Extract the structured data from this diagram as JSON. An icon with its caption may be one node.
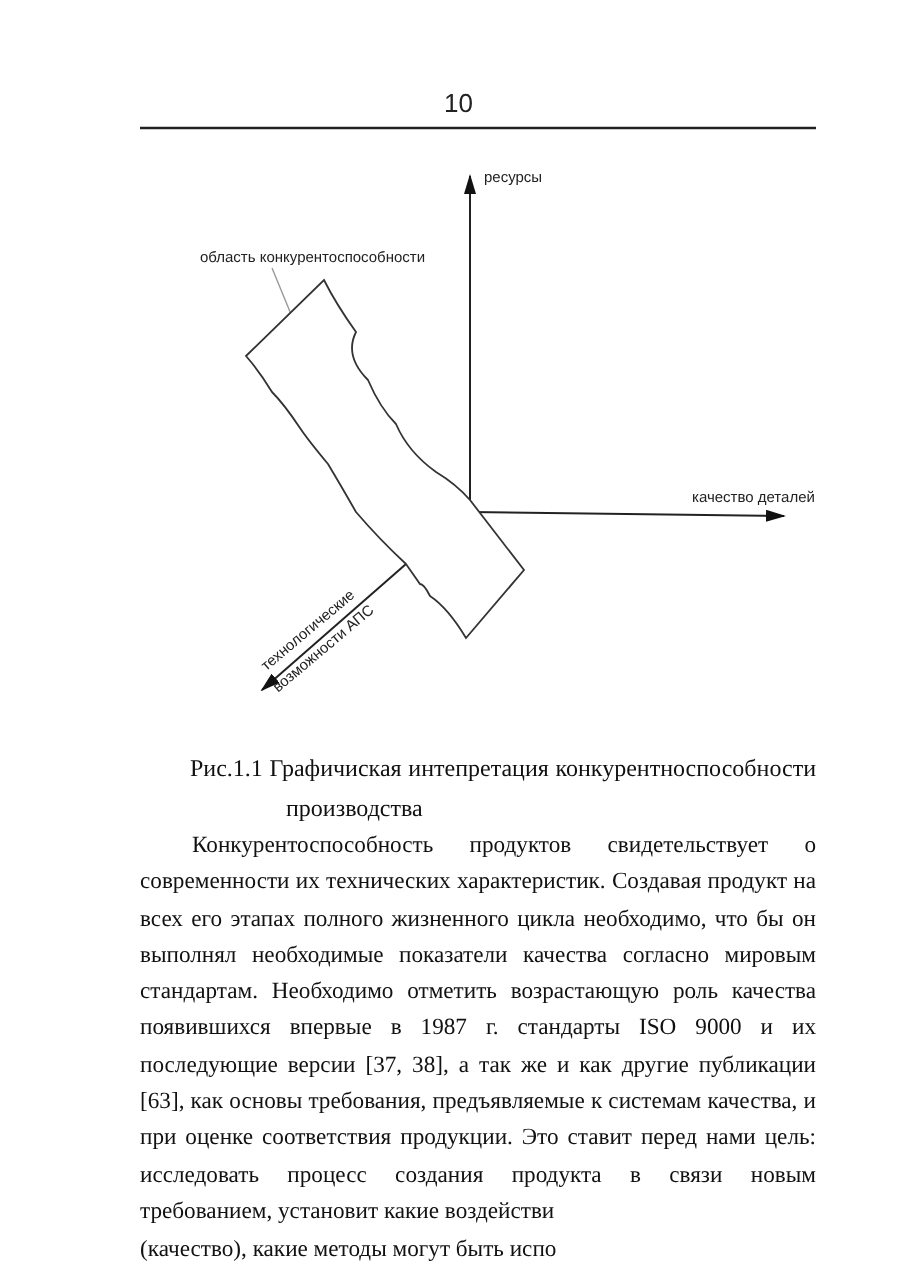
{
  "diagram": {
    "caption": "Рис.1.1 Графичиская интепретация конкурентноспособности производства",
    "nodes": [
      {
        "text": [
          "область конкурентоспособности"
        ]
      },
      {
        "text": [],
        "shape": "band"
      }
    ],
    "edges": [
      {
        "from": 0,
        "to": 1,
        "arrow": "none"
      }
    ],
    "labels": [
      "10",
      "ресурсы",
      "качество деталей",
      "технологические возможности АПС",
      "Конкурентоспособность продуктов свидетельствует о современности их технических характеристик. Создавая продукт на всех его этапах полного жизненного цикла необходимо, что бы он выполнял необходимые показатели качества согласно мировым стандартам. Необходимо отметить возрастающую роль качества появившихся впервые в 1987 г. стандарты ISO 9000 и их последующие версии [37, 38], а так же и как другие публикации [63], как основы требования, предъявляемые к системам качества, и при оценке соответствия продукции. Это ставит перед нами цель: исследовать процесс создания продукта в связи новым требованием, установит какие воздействи",
      "(качество), какие методы могут быть испо"
    ]
  }
}
